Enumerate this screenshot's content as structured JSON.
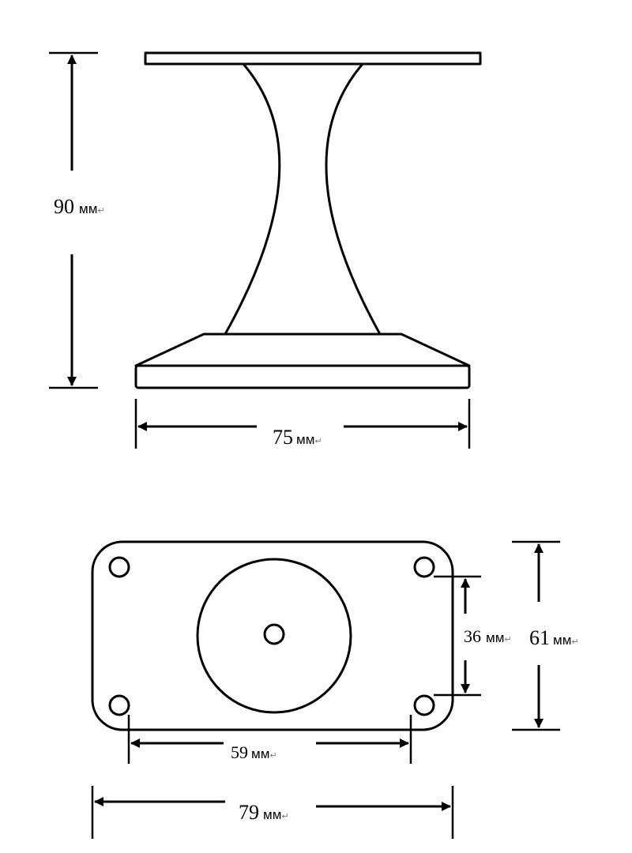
{
  "dimensions": {
    "height": {
      "value": "90",
      "unit": "мм",
      "mark": "↵"
    },
    "top_width": {
      "value": "75",
      "unit": "мм",
      "mark": "↵"
    },
    "hole_spacing_vertical": {
      "value": "36",
      "unit": "мм",
      "mark": "↵"
    },
    "plate_height": {
      "value": "61",
      "unit": "мм",
      "mark": "↵"
    },
    "hole_spacing_horizontal": {
      "value": "59",
      "unit": "мм",
      "mark": "↵"
    },
    "plate_width": {
      "value": "79",
      "unit": "мм",
      "mark": "↵"
    }
  }
}
